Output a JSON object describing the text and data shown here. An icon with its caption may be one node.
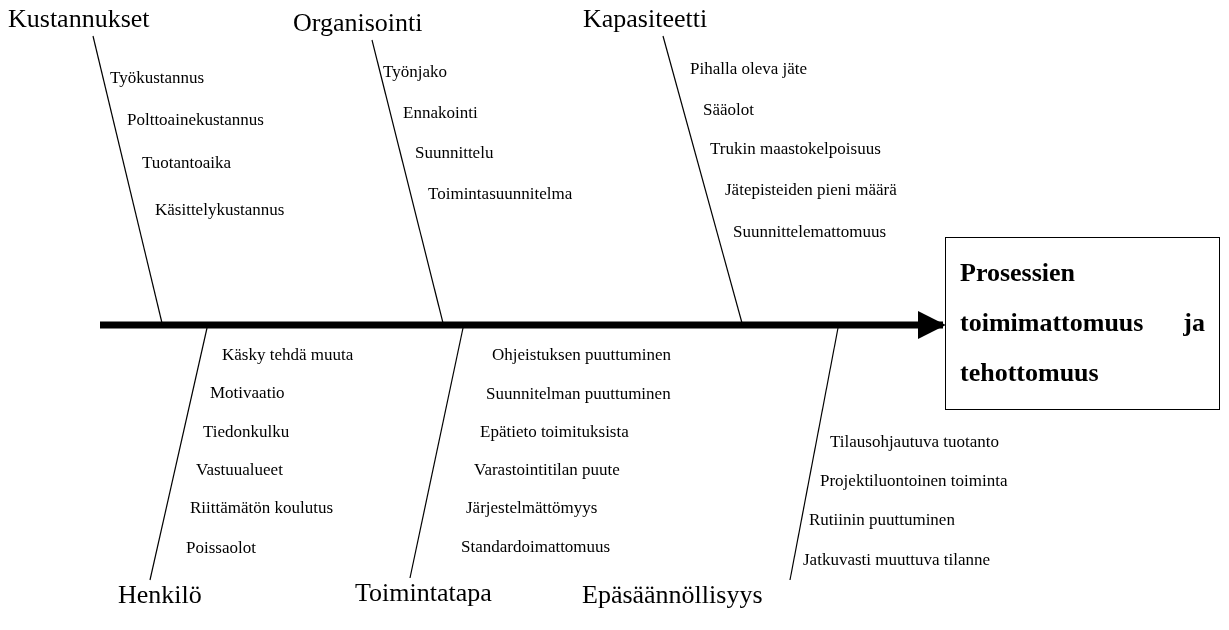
{
  "diagram": {
    "nodes": [
      {
        "text": [
          "Kustannukset"
        ]
      },
      {
        "text": [
          "Organisointi"
        ]
      },
      {
        "text": [
          "Kapasiteetti"
        ]
      },
      {
        "text": [
          "Prosessien toimimattomuus ja tehottomuus"
        ]
      },
      {
        "text": [
          "Henkilö"
        ]
      },
      {
        "text": [
          "Toimintatapa"
        ]
      },
      {
        "text": [
          "Epäsäännöllisyys"
        ]
      }
    ],
    "edges": [
      {
        "from": null,
        "to": 3,
        "arrow": "to",
        "style": "thick"
      },
      {
        "from": 0,
        "to": null,
        "arrow": "none"
      },
      {
        "from": 1,
        "to": null,
        "arrow": "none"
      },
      {
        "from": 2,
        "to": null,
        "arrow": "none"
      },
      {
        "from": 4,
        "to": null,
        "arrow": "none"
      },
      {
        "from": 5,
        "to": null,
        "arrow": "none"
      },
      {
        "from": 6,
        "to": null,
        "arrow": "none"
      }
    ],
    "labels": [
      "Työkustannus",
      "Polttoainekustannus",
      "Tuotantoaika",
      "Käsittelykustannus",
      "Työnjako",
      "Ennakointi",
      "Suunnittelu",
      "Toimintasuunnitelma",
      "Pihalla oleva jäte",
      "Sääolot",
      "Trukin maastokelpoisuus",
      "Jätepisteiden pieni määrä",
      "Suunnittelemattomuus",
      "Käsky tehdä muuta",
      "Motivaatio",
      "Tiedonkulku",
      "Vastuualueet",
      "Riittämätön koulutus",
      "Poissaolot",
      "Ohjeistuksen puuttuminen",
      "Suunnitelman puuttuminen",
      "Epätieto toimituksista",
      "Varastointitilan puute",
      "Järjestelmättömyys",
      "Standardoimattomuus",
      "Tilausohjautuva tuotanto",
      "Projektiluontoinen toiminta",
      "Rutiinin puuttuminen",
      "Jatkuvasti muuttuva tilanne"
    ]
  }
}
